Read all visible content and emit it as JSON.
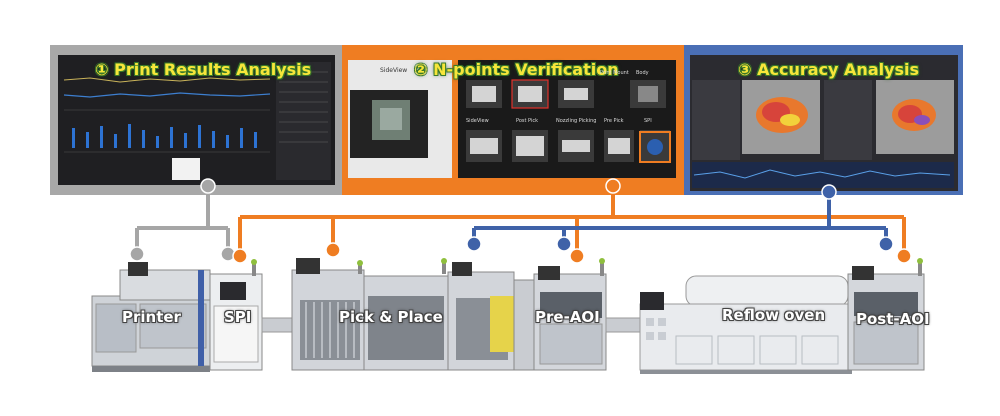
{
  "panels": [
    {
      "id": "print",
      "number": "①",
      "title": "Print Results Analysis",
      "color": "#a6a6a6"
    },
    {
      "id": "npoints",
      "number": "②",
      "title": "N-points Verification",
      "color": "#ef7d22"
    },
    {
      "id": "accuracy",
      "number": "③",
      "title": "Accuracy Analysis",
      "color": "#4a6fb5"
    }
  ],
  "npoints_screen": {
    "side_view_label": "SideView",
    "tiles": [
      {
        "label": "Print Mount"
      },
      {
        "label": "Body"
      },
      {
        "label": "SideView"
      },
      {
        "label": "Post Pick"
      },
      {
        "label": "Nozzling Picking"
      },
      {
        "label": "Pre Pick"
      },
      {
        "label": "SPI"
      }
    ]
  },
  "machines": [
    {
      "id": "printer",
      "label": "Printer"
    },
    {
      "id": "spi",
      "label": "SPI"
    },
    {
      "id": "pick_place",
      "label": "Pick & Place"
    },
    {
      "id": "pre_aoi",
      "label": "Pre-AOI"
    },
    {
      "id": "reflow",
      "label": "Reflow oven"
    },
    {
      "id": "post_aoi",
      "label": "Post-AOI"
    }
  ],
  "colors": {
    "gray_line": "#a6a6a6",
    "orange_line": "#ef7d22",
    "blue_line": "#3f62a8",
    "title_text": "#f7e63a",
    "machine_body": "#d9dce0"
  }
}
